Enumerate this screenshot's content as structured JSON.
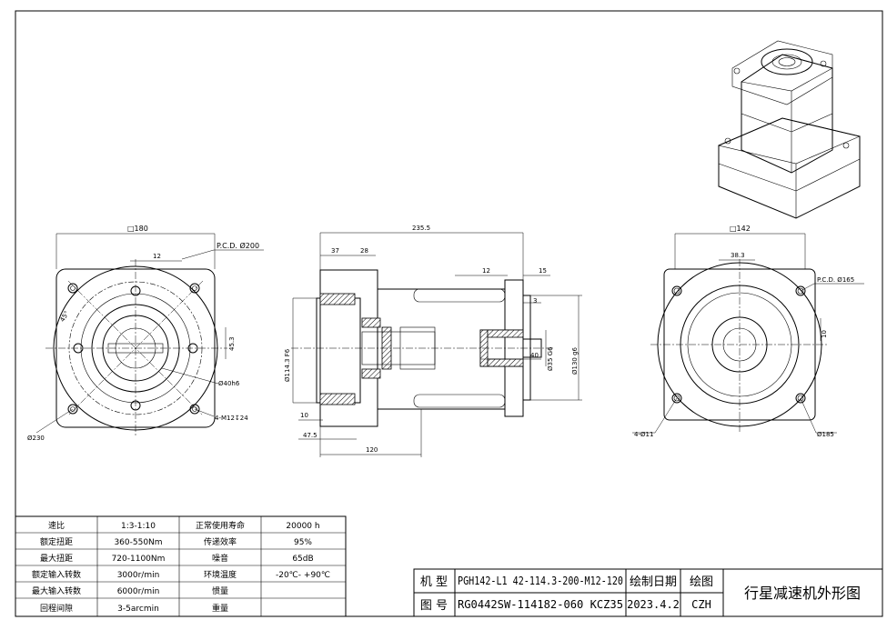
{
  "drawing": {
    "front_view": {
      "square": "□180",
      "key_width": "12",
      "pcd": "P.C.D. Ø200",
      "angle": "45°",
      "hole_depth": "45.3",
      "bore": "Ø40h6",
      "tapped": "4-M12↧24",
      "outer": "Ø230"
    },
    "side_view": {
      "length": "235.5",
      "d37": "37",
      "d28": "28",
      "d12": "12",
      "d15": "15",
      "d3": "3",
      "pilot": "Ø114.3 F6",
      "shaft": "Ø35 G6",
      "d40": "40",
      "flange": "Ø130 g6",
      "d10": "10",
      "d47": "47.5",
      "d120": "120"
    },
    "rear_view": {
      "square": "□142",
      "d383": "38.3",
      "pcd": "P.C.D. Ø165",
      "d10": "10",
      "holes": "4-Ø11",
      "outer": "Ø185"
    }
  },
  "spec_table": {
    "rows": [
      [
        "速比",
        "1:3-1:10",
        "正常使用寿命",
        "20000 h"
      ],
      [
        "额定扭距",
        "360-550Nm",
        "传递效率",
        "95%"
      ],
      [
        "最大扭距",
        "720-1100Nm",
        "噪音",
        "65dB"
      ],
      [
        "额定输入转数",
        "3000r/min",
        "环境温度",
        "-20℃- +90℃"
      ],
      [
        "最大输入转数",
        "6000r/min",
        "惯量",
        ""
      ],
      [
        "回程间隙",
        "3-5arcmin",
        "重量",
        ""
      ]
    ]
  },
  "title_block": {
    "model_label": "机 型",
    "model_value": "PGH142-L1 42-114.3-200-M12-120",
    "drawing_no_label": "图 号",
    "drawing_no_value": "RG0442SW-114182-060 KCZ35",
    "date_label": "绘制日期",
    "date_value": "2023.4.2",
    "drafter_label": "绘图",
    "drafter_value": "CZH",
    "title": "行星减速机外形图"
  }
}
